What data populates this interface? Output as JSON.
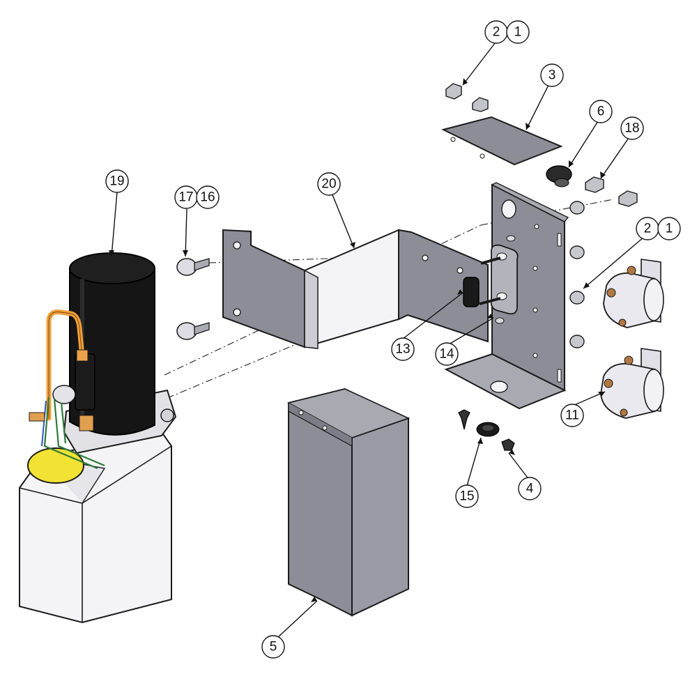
{
  "diagram": {
    "balloons": [
      {
        "id": "b-2a",
        "label": "2"
      },
      {
        "id": "b-1a",
        "label": "1"
      },
      {
        "id": "b-3",
        "label": "3"
      },
      {
        "id": "b-6",
        "label": "6"
      },
      {
        "id": "b-18",
        "label": "18"
      },
      {
        "id": "b-19",
        "label": "19"
      },
      {
        "id": "b-17",
        "label": "17"
      },
      {
        "id": "b-16",
        "label": "16"
      },
      {
        "id": "b-20",
        "label": "20"
      },
      {
        "id": "b-2b",
        "label": "2"
      },
      {
        "id": "b-1b",
        "label": "1"
      },
      {
        "id": "b-13",
        "label": "13"
      },
      {
        "id": "b-14",
        "label": "14"
      },
      {
        "id": "b-11",
        "label": "11"
      },
      {
        "id": "b-15",
        "label": "15"
      },
      {
        "id": "b-4",
        "label": "4"
      },
      {
        "id": "b-5",
        "label": "5"
      }
    ],
    "colors": {
      "sheet_metal": "#8d8d97",
      "sheet_metal_light": "#a9a9b2",
      "motor": "#151515",
      "reservoir": "#f2f2f2",
      "cap": "#f2e233",
      "hose": "#f0a03a",
      "solenoid": "#e9e9ef",
      "hardware": "#b8b8c0"
    },
    "parts": [
      "pump-motor-unit",
      "mounting-bracket",
      "electrical-panel",
      "cover-plate",
      "enclosure-cover",
      "solenoid-upper",
      "solenoid-lower",
      "terminal-block",
      "grommet",
      "motor-mount-screws"
    ]
  }
}
